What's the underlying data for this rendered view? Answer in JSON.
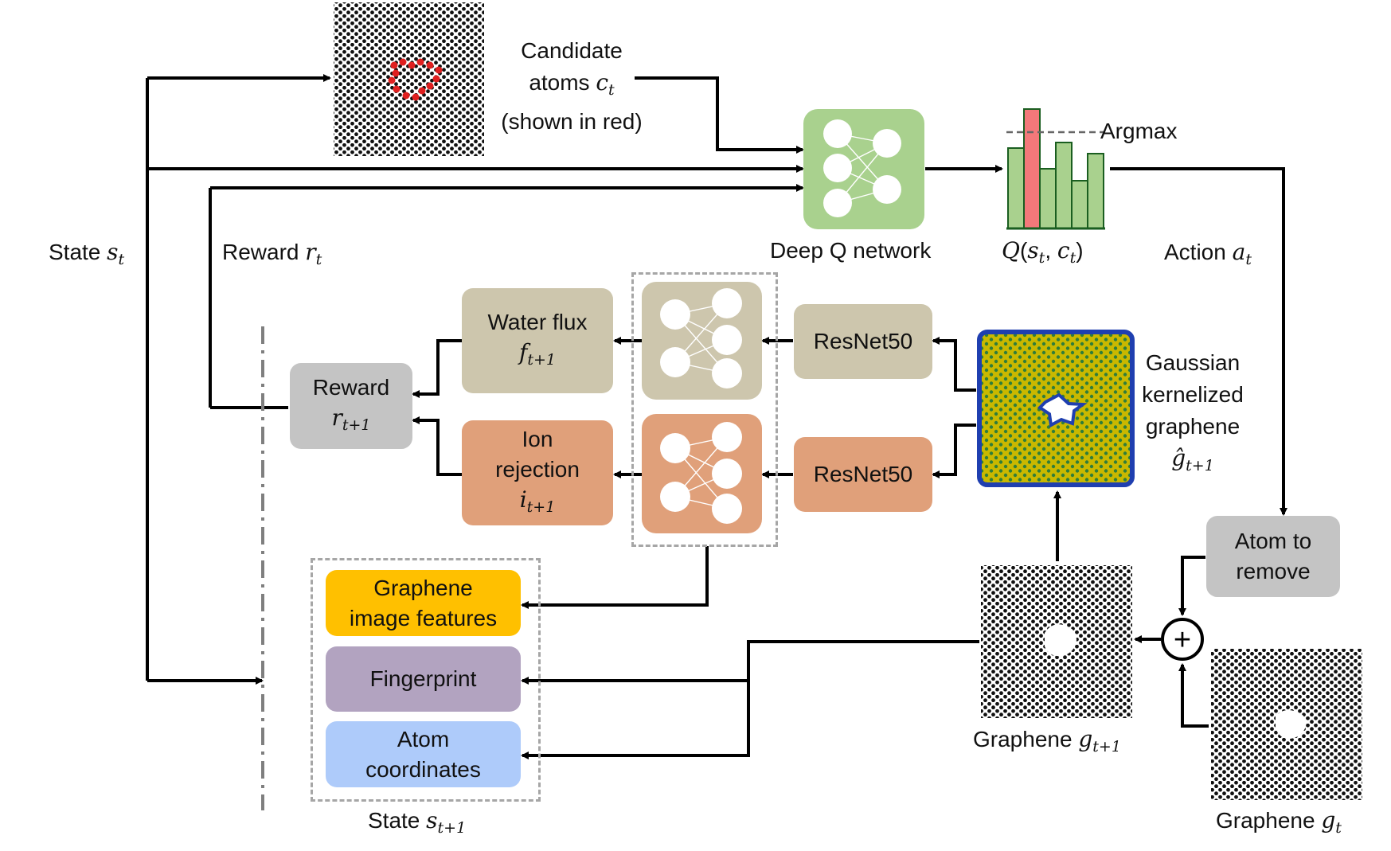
{
  "candidate": {
    "line1": "Candidate",
    "line2": "atoms",
    "var": "c",
    "sub": "t",
    "line3": "(shown in red)"
  },
  "dqn": {
    "label": "Deep Q network"
  },
  "qvalues": {
    "argmax": "Argmax",
    "func": "Q",
    "s": "s",
    "c": "c",
    "sub": "t"
  },
  "action": {
    "label": "Action",
    "var": "a",
    "sub": "t"
  },
  "state": {
    "label": "State",
    "var": "s",
    "sub": "t"
  },
  "reward_top": {
    "label": "Reward",
    "var": "r",
    "sub": "t"
  },
  "water_flux": {
    "line1": "Water flux",
    "var": "f",
    "sub": "t+1"
  },
  "ion_rejection": {
    "line1": "Ion",
    "line2": "rejection",
    "var": "i",
    "sub": "t+1"
  },
  "reward_box": {
    "line1": "Reward",
    "var": "r",
    "sub": "t+1"
  },
  "resnet": {
    "top": "ResNet50",
    "bottom": "ResNet50"
  },
  "gaussian": {
    "line1": "Gaussian",
    "line2": "kernelized",
    "line3": "graphene",
    "var": "ĝ",
    "sub": "t+1"
  },
  "atom_remove": {
    "line1": "Atom to",
    "line2": "remove"
  },
  "state_next": {
    "graphene_features": {
      "line1": "Graphene",
      "line2": "image features"
    },
    "fingerprint": {
      "label": "Fingerprint"
    },
    "atom_coords": {
      "line1": "Atom",
      "line2": "coordinates"
    },
    "label": "State",
    "var": "s",
    "sub": "t+1"
  },
  "graphene_next": {
    "label": "Graphene",
    "var": "g",
    "sub": "t+1"
  },
  "graphene_current": {
    "label": "Graphene",
    "var": "g",
    "sub": "t"
  },
  "plus_symbol": "+",
  "colors": {
    "dqn_green": "#a9d18e",
    "beige": "#cdc6ad",
    "orange": "#e0a07a",
    "reward_gray": "#c4c4c4",
    "yellow": "#ffc000",
    "purple": "#b2a3c0",
    "blue": "#aecbfa",
    "argmax_bar": "#f4787a",
    "gaussian_fill": "#c9b800"
  }
}
